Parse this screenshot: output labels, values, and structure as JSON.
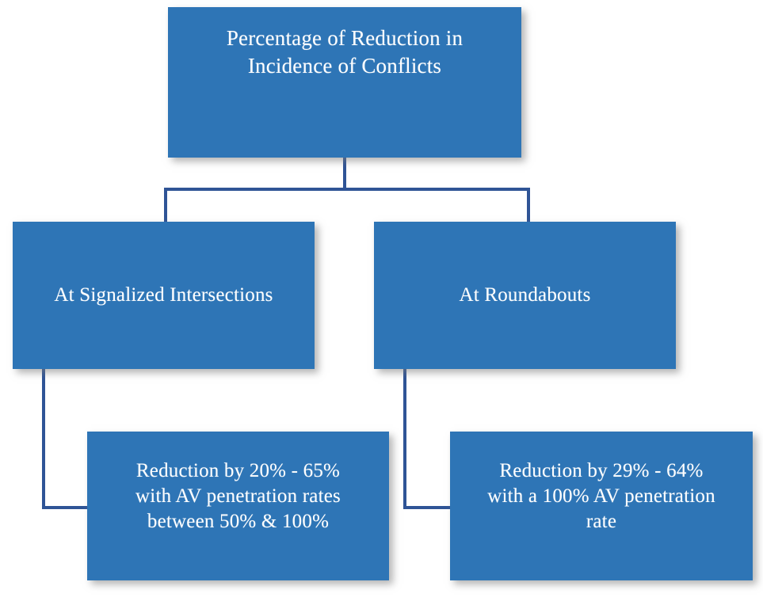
{
  "diagram": {
    "title": "Percentage of Reduction in Incidence of Conflicts",
    "type": "flowchart",
    "orientation": "top-down",
    "colors": {
      "node_fill": "#2E75B6",
      "node_text": "#FFFFFF",
      "connector": "#2F5496",
      "background": "#FFFFFF"
    },
    "nodes": {
      "root": {
        "label": "Percentage of Reduction in\nIncidence of Conflicts",
        "level": 1
      },
      "signalized": {
        "label": "At Signalized Intersections",
        "level": 2
      },
      "roundabouts": {
        "label": "At Roundabouts",
        "level": 2
      },
      "signalized_detail": {
        "label": "Reduction by 20% - 65%\nwith AV penetration rates\nbetween 50% & 100%",
        "level": 3,
        "reduction_min_percent": 20,
        "reduction_max_percent": 65,
        "av_penetration_min_percent": 50,
        "av_penetration_max_percent": 100
      },
      "roundabouts_detail": {
        "label": "Reduction by 29% - 64%\nwith a 100% AV penetration\nrate",
        "level": 3,
        "reduction_min_percent": 29,
        "reduction_max_percent": 64,
        "av_penetration_percent": 100
      }
    },
    "edges": [
      {
        "from": "root",
        "to": "signalized"
      },
      {
        "from": "root",
        "to": "roundabouts"
      },
      {
        "from": "signalized",
        "to": "signalized_detail"
      },
      {
        "from": "roundabouts",
        "to": "roundabouts_detail"
      }
    ]
  }
}
